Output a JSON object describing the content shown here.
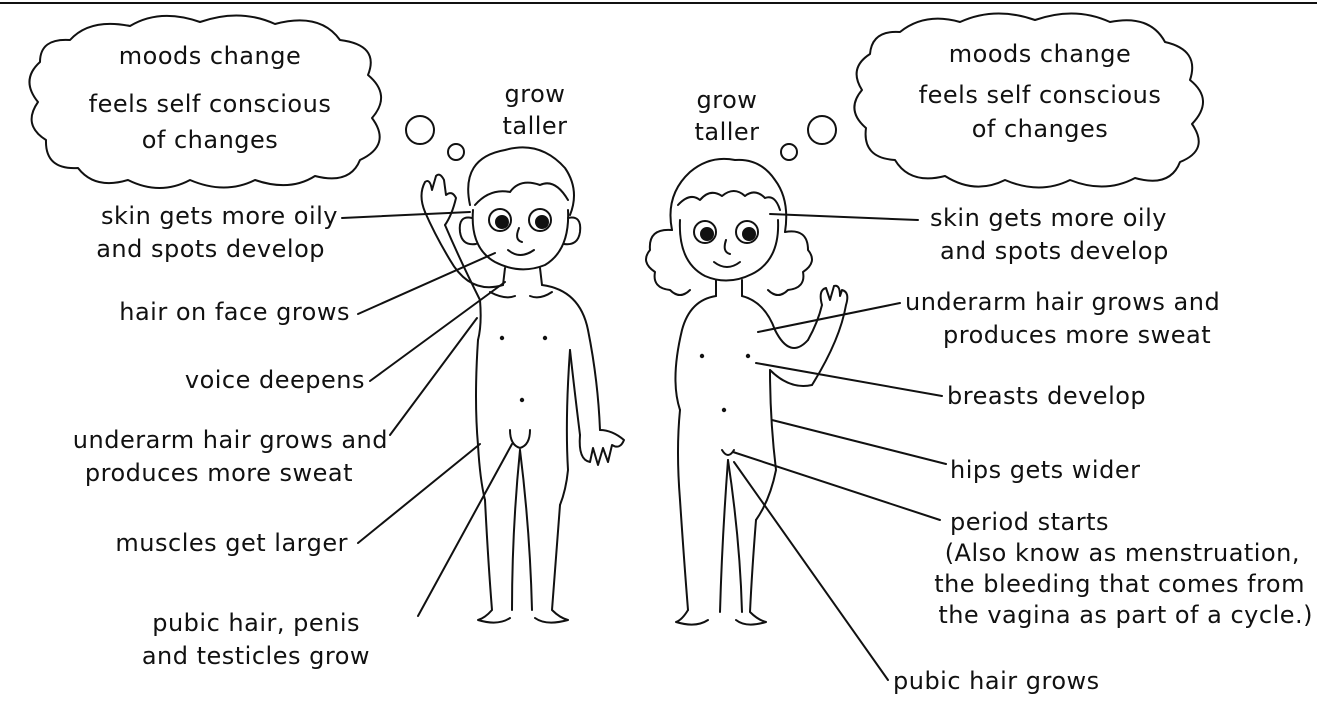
{
  "colors": {
    "ink": "#111111",
    "background": "#ffffff"
  },
  "boy": {
    "thought": {
      "line1": "moods change",
      "line2": "feels self conscious",
      "line3": "of changes"
    },
    "grow": {
      "line1": "grow",
      "line2": "taller"
    },
    "labels": {
      "skin1": "skin gets more oily",
      "skin2": "and spots develop",
      "face_hair": "hair on face grows",
      "voice": "voice deepens",
      "underarm1": "underarm hair grows and",
      "underarm2": "produces more sweat",
      "muscles": "muscles get larger",
      "pubic1": "pubic hair, penis",
      "pubic2": "and testicles grow"
    }
  },
  "girl": {
    "thought": {
      "line1": "moods change",
      "line2": "feels self conscious",
      "line3": "of changes"
    },
    "grow": {
      "line1": "grow",
      "line2": "taller"
    },
    "labels": {
      "skin1": "skin gets more oily",
      "skin2": "and spots develop",
      "underarm1": "underarm hair grows and",
      "underarm2": "produces more sweat",
      "breasts": "breasts develop",
      "hips": "hips gets wider",
      "period": "period starts",
      "period_note1": "(Also know as menstruation,",
      "period_note2": "the bleeding that comes from",
      "period_note3": "the vagina as part of a cycle.)",
      "pubic": "pubic hair grows"
    }
  }
}
